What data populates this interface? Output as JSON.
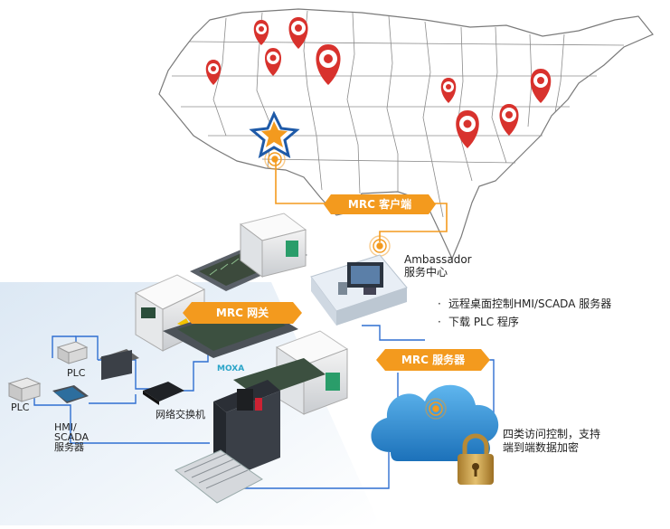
{
  "tags": {
    "client": "MRC 客户端",
    "gateway": "MRC 网关",
    "server": "MRC 服务器"
  },
  "ambassador": {
    "line1": "Ambassador",
    "line2": "服务中心"
  },
  "features": [
    "远程桌面控制HMI/SCADA 服务器",
    "下载 PLC 程序"
  ],
  "bullet_glyph": "·",
  "security": {
    "line1": "四类访问控制，支持",
    "line2": "端到端数据加密"
  },
  "devices": {
    "plc_top": "PLC",
    "plc_left": "PLC",
    "hmi_line1": "HMI/",
    "hmi_line2": "SCADA",
    "hmi_line3": "服务器",
    "switch": "网络交换机"
  },
  "brand": "MOXA",
  "colors": {
    "accent": "#f39a1e",
    "pin": "#d8322d",
    "network": "#2f6fd1",
    "cloud": "#2b8fd6",
    "star": "#1e5aa8"
  }
}
